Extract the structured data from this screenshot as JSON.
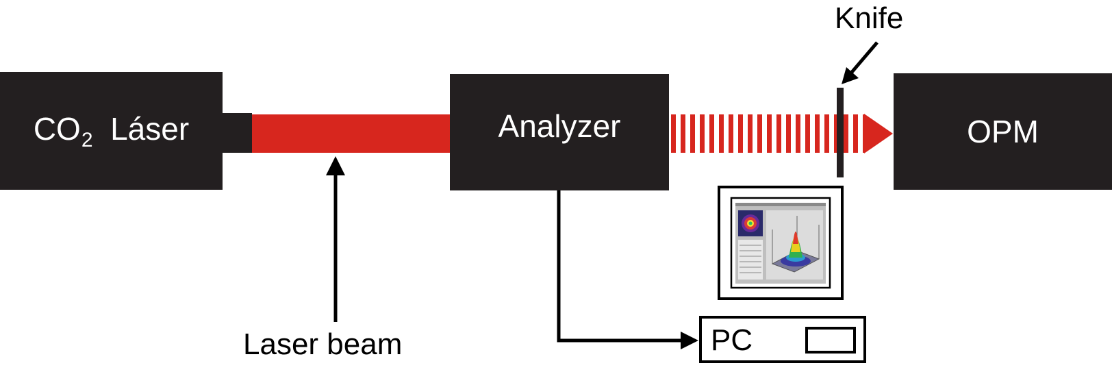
{
  "labels": {
    "laser_co": "CO",
    "laser_sub": "2",
    "laser_word": "Láser",
    "analyzer": "Analyzer",
    "opm": "OPM",
    "knife": "Knife",
    "pc": "PC",
    "laser_beam": "Laser beam"
  },
  "colors": {
    "box": "#231f20",
    "beam": "#d7261e",
    "line": "#000000"
  },
  "icons": {
    "monitor_screen": "beam-profile-monitor-icon",
    "pc_drive": "pc-drive-slot-icon"
  }
}
